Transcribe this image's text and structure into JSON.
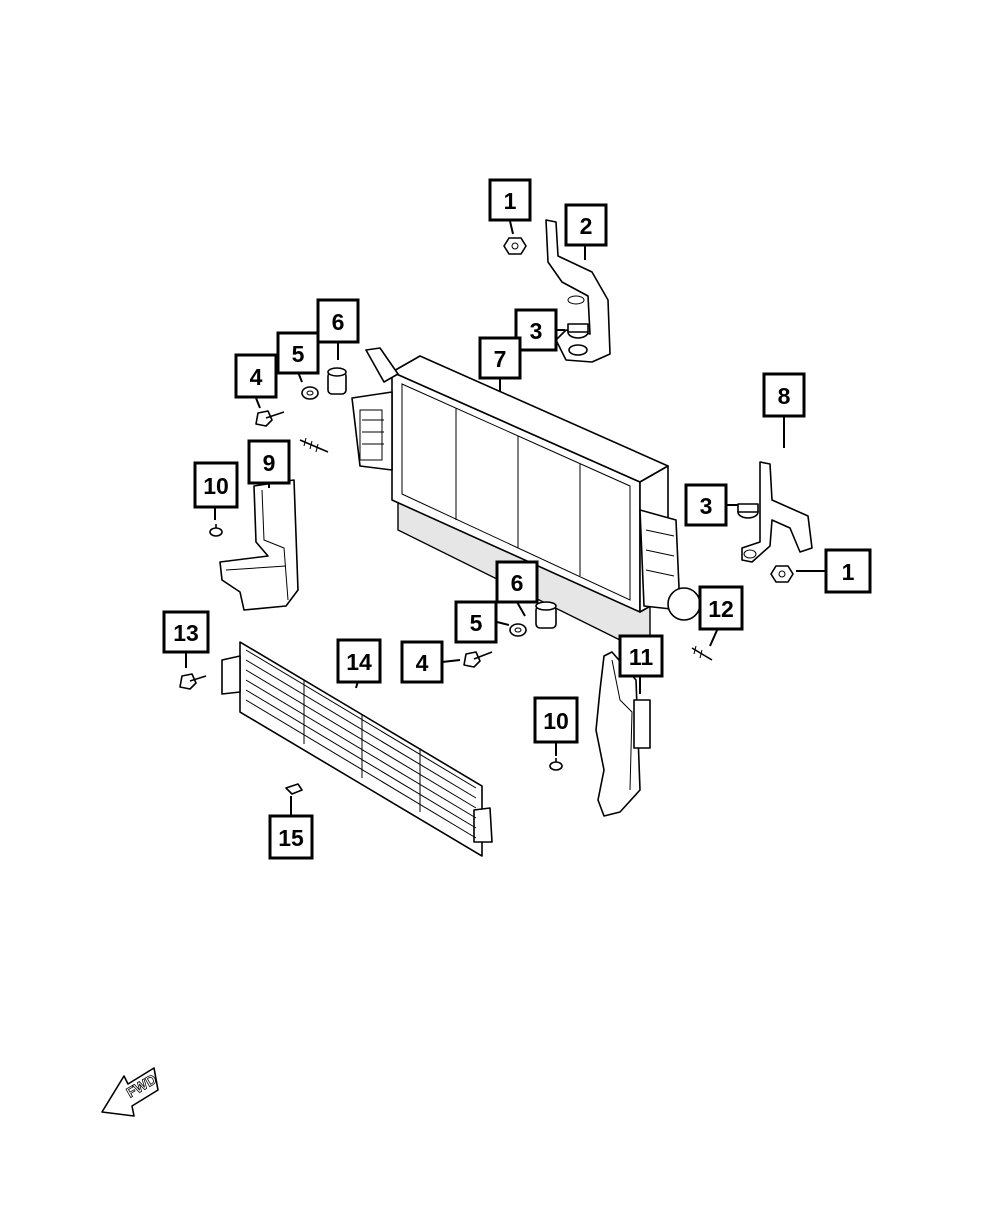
{
  "callouts": [
    {
      "id": "c1a",
      "label": "1"
    },
    {
      "id": "c2",
      "label": "2"
    },
    {
      "id": "c3a",
      "label": "3"
    },
    {
      "id": "c6a",
      "label": "6"
    },
    {
      "id": "c5a",
      "label": "5"
    },
    {
      "id": "c4a",
      "label": "4"
    },
    {
      "id": "c7",
      "label": "7"
    },
    {
      "id": "c8",
      "label": "8"
    },
    {
      "id": "c9",
      "label": "9"
    },
    {
      "id": "c10a",
      "label": "10"
    },
    {
      "id": "c3b",
      "label": "3"
    },
    {
      "id": "c1b",
      "label": "1"
    },
    {
      "id": "c6b",
      "label": "6"
    },
    {
      "id": "c5b",
      "label": "5"
    },
    {
      "id": "c4b",
      "label": "4"
    },
    {
      "id": "c12",
      "label": "12"
    },
    {
      "id": "c11",
      "label": "11"
    },
    {
      "id": "c13",
      "label": "13"
    },
    {
      "id": "c14",
      "label": "14"
    },
    {
      "id": "c10b",
      "label": "10"
    },
    {
      "id": "c15",
      "label": "15"
    }
  ],
  "fwd_indicator": {
    "text": "FWD",
    "icon": "fwd-arrow-icon"
  }
}
